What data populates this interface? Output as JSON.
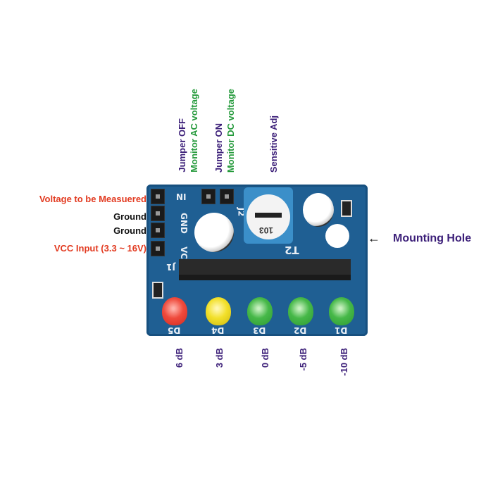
{
  "top_labels": [
    {
      "line1": "Jumper OFF",
      "line2": "Monitor AC voltage"
    },
    {
      "line1": "Jumper ON",
      "line2": "Monitor DC voltage"
    },
    {
      "line1": "Sensitive Adj"
    }
  ],
  "left_labels": [
    "Voltage to be Measuered",
    "Ground",
    "Ground",
    "VCC Input (3.3 ~ 16V)"
  ],
  "right_label": {
    "arrow": "←",
    "text": "Mounting Hole"
  },
  "bottom_labels": [
    "6 dB",
    "3 dB",
    "0 dB",
    "-5 dB",
    "-10 dB"
  ],
  "silkscreen": {
    "in": "IN",
    "gnd": "GND",
    "vcc": "VCC",
    "j1": "J1",
    "j2": "J2",
    "t2": "T2",
    "pot": "103",
    "leds": [
      "D5",
      "D4",
      "D3",
      "D2",
      "D1"
    ]
  },
  "colors": {
    "purple": "#3b1e78",
    "green": "#23993a",
    "red": "#e23a20",
    "board": "#1f5f93"
  }
}
